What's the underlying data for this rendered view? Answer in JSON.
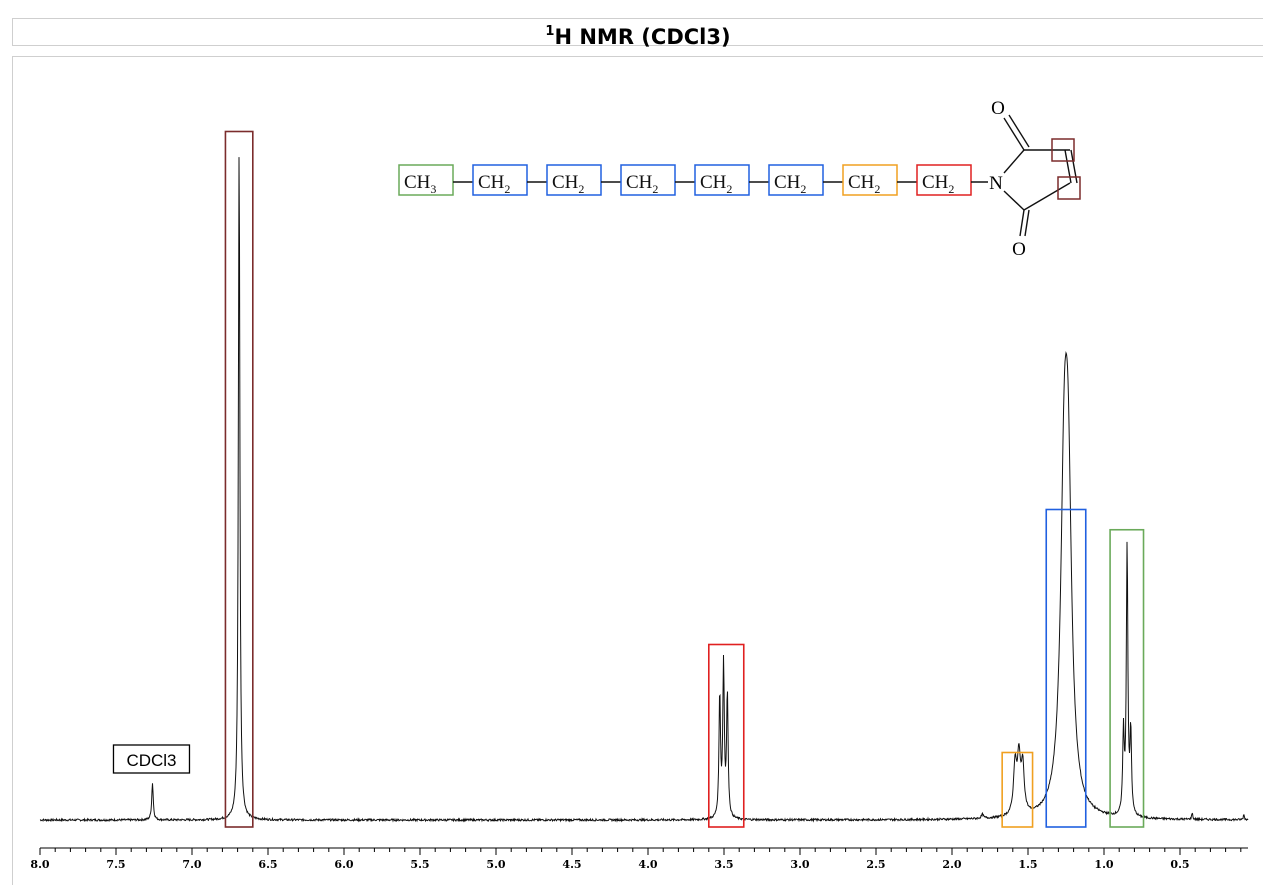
{
  "page": {
    "title_prefix": "1",
    "title_main": "H NMR (CDCl3)"
  },
  "chart_data": {
    "type": "line",
    "title": "1H NMR (CDCl3)",
    "xlabel": "",
    "ylabel": "",
    "xlim": [
      8.0,
      0.05
    ],
    "x_reversed": true,
    "xticks": [
      8.0,
      7.5,
      7.0,
      6.5,
      6.0,
      5.5,
      5.0,
      4.5,
      4.0,
      3.5,
      3.0,
      2.5,
      2.0,
      1.5,
      1.0,
      0.5
    ],
    "xtick_labels": [
      "8.0",
      "7.5",
      "7.0",
      "6.5",
      "6.0",
      "5.5",
      "5.0",
      "4.5",
      "4.0",
      "3.5",
      "3.0",
      "2.5",
      "2.0",
      "1.5",
      "1.0",
      "0.5"
    ],
    "minor_tick_step": 0.1,
    "grid": false,
    "y_relative_intensity": true,
    "peaks": [
      {
        "ppm": 7.26,
        "height": 0.055,
        "width": 0.006,
        "label": "CDCl3",
        "box_color": "#000000"
      },
      {
        "ppm": 6.69,
        "height": 1.0,
        "width": 0.006,
        "box_color": "#7b2c2c"
      },
      {
        "ppm": 3.528,
        "height": 0.182,
        "width": 0.006,
        "box_color": "#e02020"
      },
      {
        "ppm": 3.503,
        "height": 0.225,
        "width": 0.006,
        "box_color": "#e02020"
      },
      {
        "ppm": 3.478,
        "height": 0.182,
        "width": 0.006,
        "box_color": "#e02020"
      },
      {
        "ppm": 1.585,
        "height": 0.074,
        "width": 0.012,
        "box_color": "#f0a020"
      },
      {
        "ppm": 1.56,
        "height": 0.08,
        "width": 0.012,
        "box_color": "#f0a020"
      },
      {
        "ppm": 1.535,
        "height": 0.07,
        "width": 0.012,
        "box_color": "#f0a020"
      },
      {
        "ppm": 1.262,
        "height": 0.42,
        "width": 0.028,
        "box_color": "#2060e0"
      },
      {
        "ppm": 1.236,
        "height": 0.42,
        "width": 0.028,
        "box_color": "#2060e0"
      },
      {
        "ppm": 0.872,
        "height": 0.12,
        "width": 0.006,
        "box_color": "#6aaa5a"
      },
      {
        "ppm": 0.848,
        "height": 0.4,
        "width": 0.006,
        "box_color": "#6aaa5a"
      },
      {
        "ppm": 0.824,
        "height": 0.12,
        "width": 0.006,
        "box_color": "#6aaa5a"
      },
      {
        "ppm": 1.8,
        "height": 0.006,
        "width": 0.008
      },
      {
        "ppm": 0.42,
        "height": 0.01,
        "width": 0.004
      },
      {
        "ppm": 0.08,
        "height": 0.008,
        "width": 0.004
      }
    ],
    "highlight_boxes": [
      {
        "ppm_range": [
          6.6,
          6.78
        ],
        "top_intensity": 1.02,
        "color": "#7b2c2c"
      },
      {
        "ppm_range": [
          3.37,
          3.6
        ],
        "top_intensity": 0.26,
        "color": "#e02020"
      },
      {
        "ppm_range": [
          1.47,
          1.67
        ],
        "top_intensity": 0.1,
        "color": "#f0a020"
      },
      {
        "ppm_range": [
          1.12,
          1.38
        ],
        "top_intensity": 0.46,
        "color": "#2060e0"
      },
      {
        "ppm_range": [
          0.74,
          0.96
        ],
        "top_intensity": 0.43,
        "color": "#6aaa5a"
      }
    ],
    "annotations": [
      {
        "text": "CDCl3",
        "ppm": 7.26
      }
    ]
  },
  "molecule": {
    "groups": [
      {
        "main": "CH",
        "sub": "3",
        "color": "#6aaa5a"
      },
      {
        "main": "CH",
        "sub": "2",
        "color": "#2060e0"
      },
      {
        "main": "CH",
        "sub": "2",
        "color": "#2060e0"
      },
      {
        "main": "CH",
        "sub": "2",
        "color": "#2060e0"
      },
      {
        "main": "CH",
        "sub": "2",
        "color": "#2060e0"
      },
      {
        "main": "CH",
        "sub": "2",
        "color": "#2060e0"
      },
      {
        "main": "CH",
        "sub": "2",
        "color": "#f0a020"
      },
      {
        "main": "CH",
        "sub": "2",
        "color": "#e02020"
      }
    ],
    "nitrogen": "N",
    "oxygen_top": "O",
    "oxygen_bottom": "O",
    "vinyl_box_color": "#7b2c2c"
  }
}
